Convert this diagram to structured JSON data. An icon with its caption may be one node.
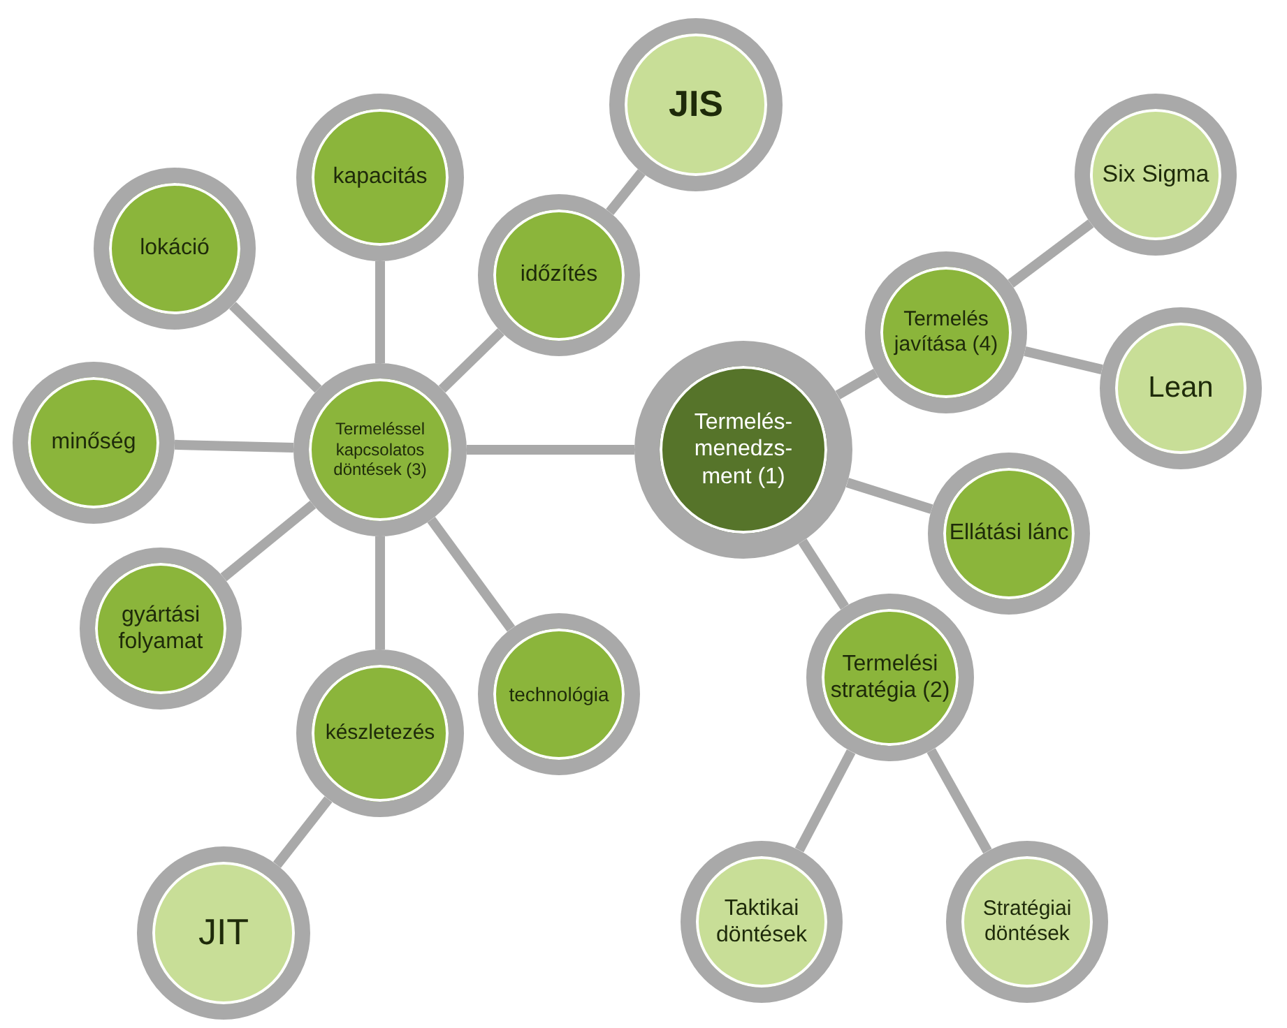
{
  "diagram": {
    "nodes": [
      {
        "text": [
          "Termelés-menedzs-ment (1)"
        ]
      },
      {
        "text": [
          "Termeléssel kapcsolatos döntések (3)"
        ]
      },
      {
        "text": [
          "kapacitás"
        ]
      },
      {
        "text": [
          "lokáció"
        ]
      },
      {
        "text": [
          "időzítés"
        ]
      },
      {
        "text": [
          "JIS"
        ]
      },
      {
        "text": [
          "minőség"
        ]
      },
      {
        "text": [
          "gyártási folyamat"
        ]
      },
      {
        "text": [
          "készletezés"
        ]
      },
      {
        "text": [
          "technológia"
        ]
      },
      {
        "text": [
          "JIT"
        ]
      },
      {
        "text": [
          "Termelés javítása (4)"
        ]
      },
      {
        "text": [
          "Six Sigma"
        ]
      },
      {
        "text": [
          "Lean"
        ]
      },
      {
        "text": [
          "Ellátási lánc"
        ]
      },
      {
        "text": [
          "Termelési stratégia (2)"
        ]
      },
      {
        "text": [
          "Taktikai döntések"
        ]
      },
      {
        "text": [
          "Stratégiai döntések"
        ]
      }
    ],
    "edges": [
      {
        "from": 0,
        "to": 1,
        "arrow": "none"
      },
      {
        "from": 0,
        "to": 11,
        "arrow": "none"
      },
      {
        "from": 0,
        "to": 14,
        "arrow": "none"
      },
      {
        "from": 0,
        "to": 15,
        "arrow": "none"
      },
      {
        "from": 1,
        "to": 2,
        "arrow": "none"
      },
      {
        "from": 1,
        "to": 3,
        "arrow": "none"
      },
      {
        "from": 1,
        "to": 4,
        "arrow": "none"
      },
      {
        "from": 1,
        "to": 6,
        "arrow": "none"
      },
      {
        "from": 1,
        "to": 7,
        "arrow": "none"
      },
      {
        "from": 1,
        "to": 8,
        "arrow": "none"
      },
      {
        "from": 1,
        "to": 9,
        "arrow": "none"
      },
      {
        "from": 4,
        "to": 5,
        "arrow": "none"
      },
      {
        "from": 8,
        "to": 10,
        "arrow": "none"
      },
      {
        "from": 11,
        "to": 12,
        "arrow": "none"
      },
      {
        "from": 11,
        "to": 13,
        "arrow": "none"
      },
      {
        "from": 15,
        "to": 16,
        "arrow": "none"
      },
      {
        "from": 15,
        "to": 17,
        "arrow": "none"
      }
    ]
  }
}
